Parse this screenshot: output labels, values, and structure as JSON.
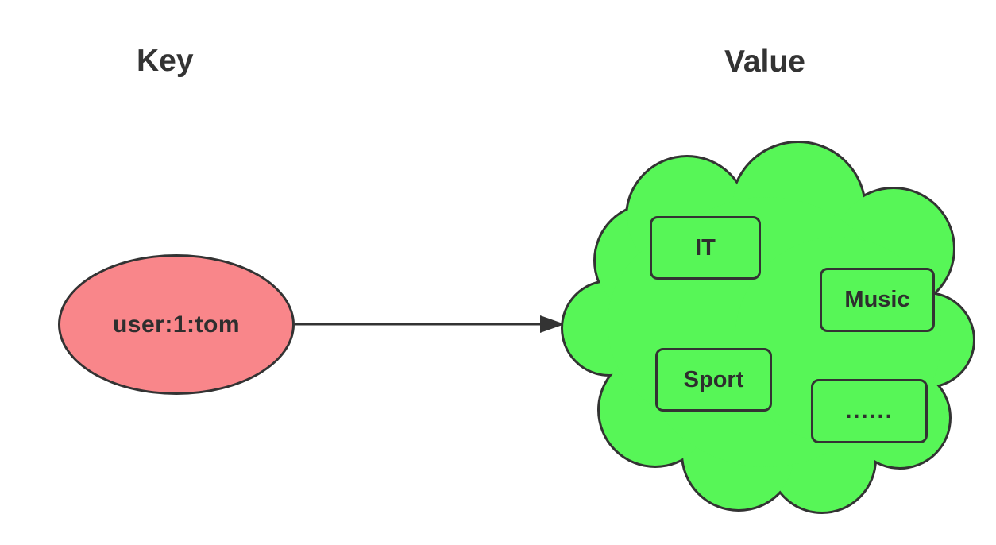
{
  "diagram": {
    "key_label": "Key",
    "value_label": "Value",
    "key_node": {
      "text": "user:1:tom",
      "shape": "ellipse"
    },
    "connector": {
      "from": "key_node",
      "to": "value_cloud",
      "style": "solid-arrow"
    },
    "value_cloud": {
      "shape": "cloud"
    },
    "value_items": [
      {
        "label": "IT"
      },
      {
        "label": "Music"
      },
      {
        "label": "Sport"
      },
      {
        "label": "......"
      }
    ],
    "colors": {
      "key_fill": "#f9868a",
      "value_fill": "#57f657",
      "stroke": "#333333",
      "text": "#2e2e2e",
      "background": "#ffffff"
    }
  }
}
